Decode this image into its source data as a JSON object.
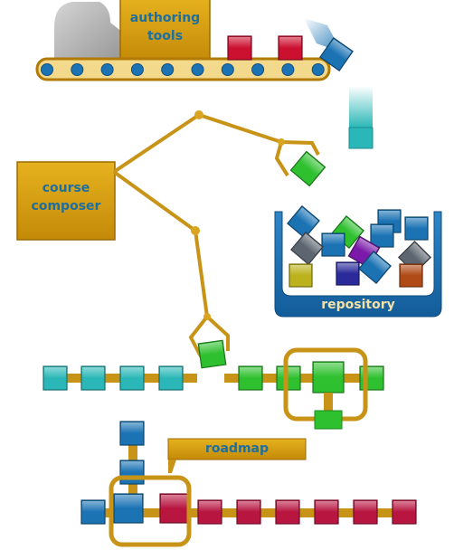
{
  "labels": {
    "authoring_tools": [
      "authoring",
      "tools"
    ],
    "course_composer": [
      "course",
      "composer"
    ],
    "repository": "repository",
    "roadmap": "roadmap"
  },
  "colors": {
    "gold": "#d49b10",
    "gold_dark": "#8a5c00",
    "blue": "#1b73b4",
    "dark_blue": "#0f4f86",
    "teal": "#2bb7b7",
    "green": "#2ec02e",
    "crimson": "#b81540",
    "red": "#cc1030",
    "grey": "#5d6670",
    "purple": "#7b1aa8",
    "navy": "#2a2a9a",
    "olive": "#bcb21c",
    "rust": "#b04a16",
    "label_blue": "#1c6fa0",
    "label_cream": "#f3e2a8"
  },
  "icons": {
    "figure": "robot-silhouette-icon",
    "arm": "robotic-arm-icon",
    "gripper": "claw-gripper-icon"
  }
}
